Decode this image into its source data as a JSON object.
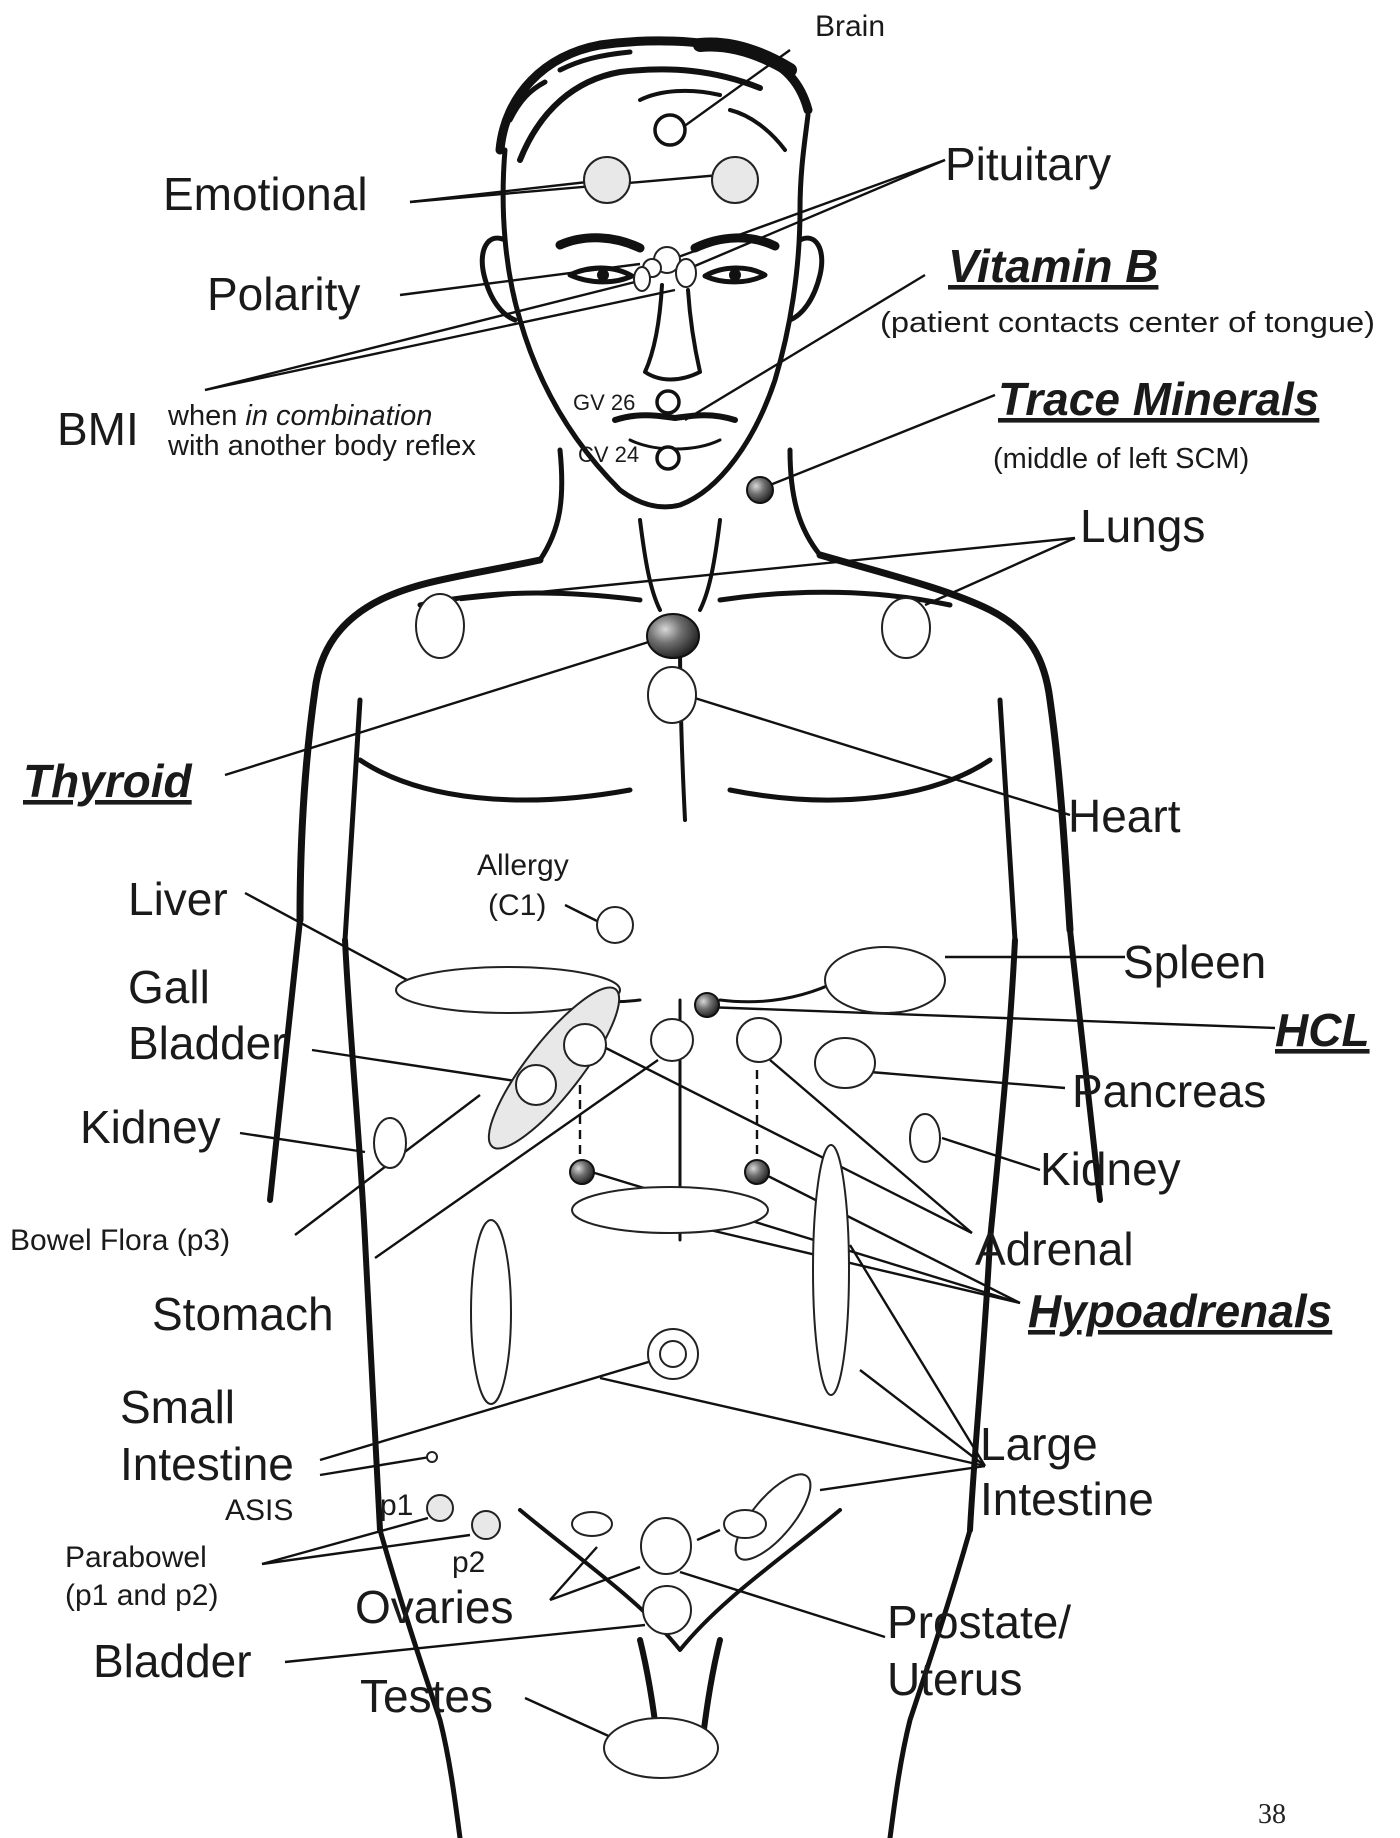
{
  "labels": {
    "brain": "Brain",
    "pituitary": "Pituitary",
    "emotional": "Emotional",
    "polarity": "Polarity",
    "vitamin_b": "Vitamin B",
    "vitamin_b_note": "(patient contacts center of tongue)",
    "bmi": "BMI",
    "bmi_note_prefix": "when ",
    "bmi_note_italic": "in combination",
    "bmi_note_line2": "with another body reflex",
    "gv26": "GV 26",
    "cv24": "CV 24",
    "trace_minerals": "Trace Minerals",
    "trace_minerals_note": "(middle of left SCM)",
    "lungs": "Lungs",
    "thyroid": "Thyroid",
    "heart": "Heart",
    "allergy": "Allergy",
    "allergy_c1": "(C1)",
    "liver": "Liver",
    "spleen": "Spleen",
    "gall": "Gall",
    "bladder_gb": "Bladder",
    "hcl": "HCL",
    "pancreas": "Pancreas",
    "kidney_left": "Kidney",
    "kidney_right": "Kidney",
    "bowel_flora": "Bowel Flora (p3)",
    "adrenal": "Adrenal",
    "hypoadrenals": "Hypoadrenals",
    "stomach": "Stomach",
    "small": "Small",
    "intestine_small": "Intestine",
    "large": "Large",
    "intestine_large": "Intestine",
    "asis": "ASIS",
    "p1": "p1",
    "p2": "p2",
    "parabowel": "Parabowel",
    "parabowel_note": "(p1 and p2)",
    "ovaries": "Ovaries",
    "prostate": "Prostate/",
    "uterus": "Uterus",
    "bladder": "Bladder",
    "testes": "Testes",
    "page_number": "38"
  },
  "colors": {
    "ink": "#111111",
    "reflex_point": "#ffffff",
    "shaded_point": "#e8e8e8",
    "dark_point": "#555555"
  }
}
